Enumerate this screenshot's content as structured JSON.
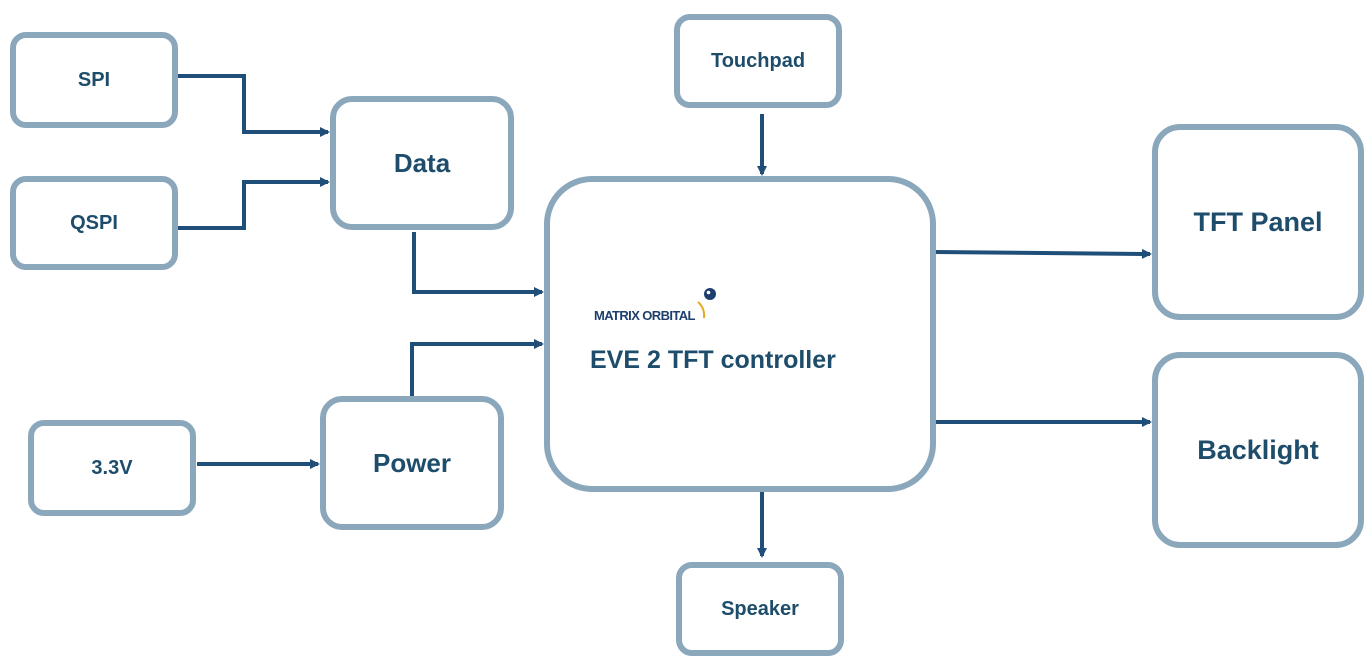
{
  "colors": {
    "box_border": "#8ba7bc",
    "text": "#1e4d6b",
    "arrow": "#1f4e79"
  },
  "nodes": {
    "spi": "SPI",
    "qspi": "QSPI",
    "data": "Data",
    "v33": "3.3V",
    "power": "Power",
    "touchpad": "Touchpad",
    "controller": "EVE 2 TFT controller",
    "speaker": "Speaker",
    "tft_panel": "TFT Panel",
    "backlight": "Backlight"
  },
  "logo": {
    "text": "MATRIX ORBITAL",
    "icon": "matrix-orbital-logo-icon"
  },
  "edges": [
    [
      "SPI",
      "Data"
    ],
    [
      "QSPI",
      "Data"
    ],
    [
      "Data",
      "EVE 2 TFT controller"
    ],
    [
      "3.3V",
      "Power"
    ],
    [
      "Power",
      "EVE 2 TFT controller"
    ],
    [
      "Touchpad",
      "EVE 2 TFT controller"
    ],
    [
      "EVE 2 TFT controller",
      "Speaker"
    ],
    [
      "EVE 2 TFT controller",
      "TFT Panel"
    ],
    [
      "EVE 2 TFT controller",
      "Backlight"
    ]
  ]
}
